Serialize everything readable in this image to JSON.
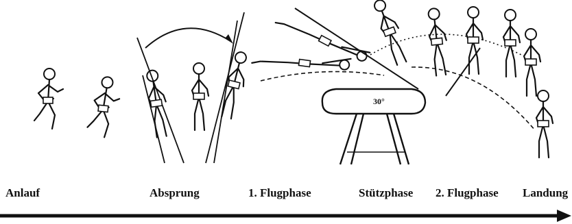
{
  "phases": {
    "anlauf": "Anlauf",
    "absprung": "Absprung",
    "flugphase1": "1. Flugphase",
    "stuetzphase": "Stützphase",
    "flugphase2": "2. Flugphase",
    "landung": "Landung"
  },
  "apparatus": {
    "angle_label": "30°"
  },
  "colors": {
    "ink": "#111111",
    "background": "#ffffff"
  }
}
